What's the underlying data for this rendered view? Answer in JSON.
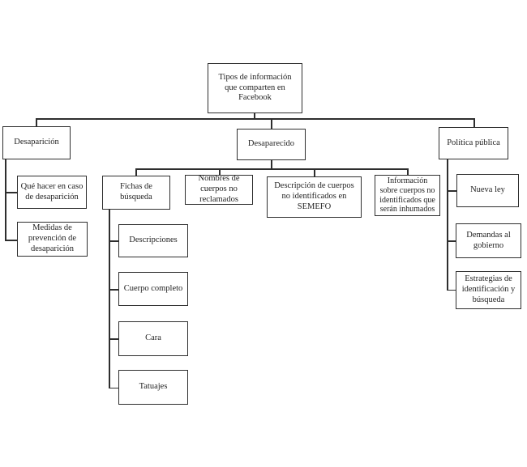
{
  "diagram": {
    "type": "tree-flowchart",
    "background_color": "#ffffff",
    "line_color": "#2e2e2e",
    "text_color": "#1f1f1f",
    "nodes": {
      "root": {
        "label": "Tipos de información\nque comparten en\nFacebook"
      },
      "desaparicion": {
        "label": "Desaparición"
      },
      "desaparecido": {
        "label": "Desaparecido"
      },
      "politica_publica": {
        "label": "Política pública"
      },
      "que_hacer": {
        "label": "Qué hacer en caso\nde desaparición"
      },
      "medidas": {
        "label": "Medidas de\nprevención de\ndesaparición"
      },
      "fichas": {
        "label": "Fichas de\nbúsqueda"
      },
      "nombres": {
        "label": "Nombres de\ncuerpos no\nreclamados"
      },
      "descripcion_semefo": {
        "label": "Descripción de cuerpos\nno identificados en\nSEMEFO"
      },
      "informacion_inhumados": {
        "label": "Información\nsobre cuerpos no\nidentificados que\nserán inhumados"
      },
      "nueva_ley": {
        "label": "Nueva ley"
      },
      "demandas": {
        "label": "Demandas al\ngobierno"
      },
      "estrategias": {
        "label": "Estrategias de\nidentificación y\nbúsqueda"
      },
      "descripciones": {
        "label": "Descripciones"
      },
      "cuerpo_completo": {
        "label": "Cuerpo completo"
      },
      "cara": {
        "label": "Cara"
      },
      "tatuajes": {
        "label": "Tatuajes"
      }
    }
  }
}
